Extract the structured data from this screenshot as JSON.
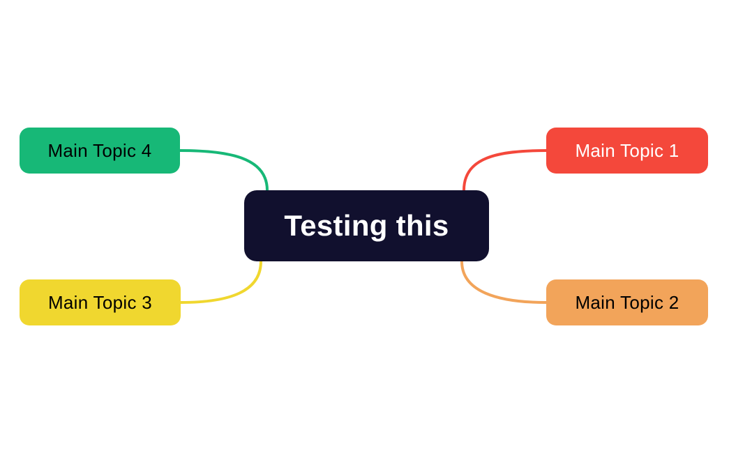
{
  "canvas": {
    "background_color": "#ffffff"
  },
  "mindmap": {
    "root": {
      "label": "Testing this",
      "bg": "#11102e",
      "text_color": "#ffffff"
    },
    "topics": [
      {
        "label": "Main Topic 1",
        "bg": "#f4483b",
        "text_color": "#ffffff",
        "position": "top-right",
        "connector_color": "#f4483b"
      },
      {
        "label": "Main Topic 2",
        "bg": "#f2a45a",
        "text_color": "#000000",
        "position": "bottom-right",
        "connector_color": "#f2a45a"
      },
      {
        "label": "Main Topic 3",
        "bg": "#f0d72f",
        "text_color": "#000000",
        "position": "bottom-left",
        "connector_color": "#f0d72f"
      },
      {
        "label": "Main Topic 4",
        "bg": "#17b877",
        "text_color": "#000000",
        "position": "top-left",
        "connector_color": "#17b877"
      }
    ]
  }
}
